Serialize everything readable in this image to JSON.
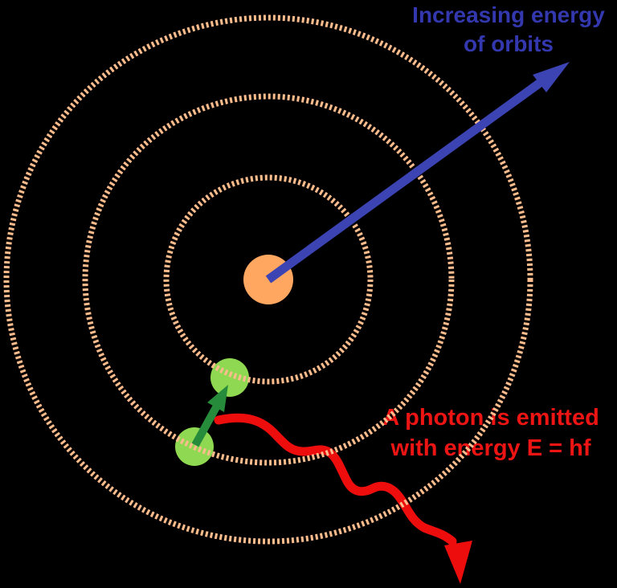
{
  "annotations": {
    "energy": {
      "line1": "Increasing energy",
      "line2": "of orbits"
    },
    "photon": {
      "line1": "A photon is emitted",
      "line2": "with energy E = hf"
    }
  },
  "colors": {
    "background": "#000000",
    "orbit": "#FFBC8C",
    "nucleus": "#FFA661",
    "electron": "#8FD952",
    "transition-arrow": "#268C3B",
    "energy-arrow": "#3C43B3",
    "energy-text": "#3338AE",
    "photon-arrow": "#EE0D0D",
    "photon-text": "#ED1414"
  },
  "diagram": {
    "orbit_count": 3,
    "electron_count": 2
  }
}
